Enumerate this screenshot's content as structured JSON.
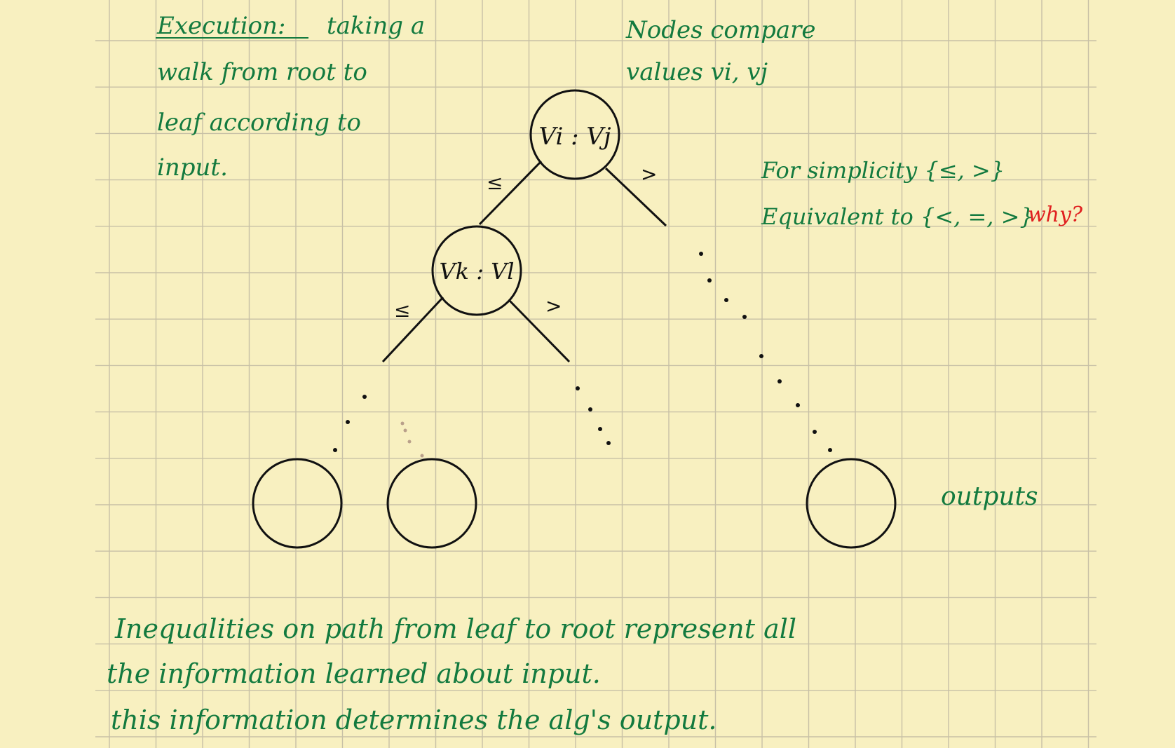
{
  "notes": {
    "execution_title": "Execution:",
    "execution_line1": "taking a",
    "execution_line2": "walk from root to",
    "execution_line3": "leaf according to",
    "execution_line4": "input.",
    "nodes_line1": "Nodes compare",
    "nodes_line2": "values vi, vj",
    "simplicity_line1": "For simplicity {≤, >}",
    "simplicity_line2": "Equivalent to {<, =, >}",
    "why": "why?",
    "outputs": "outputs",
    "bottom_line1": "Inequalities on path from leaf to root represent all",
    "bottom_line2": "the information learned about input.",
    "bottom_line3": "this information determines the alg's output."
  },
  "tree": {
    "root_label": "Vi : Vj",
    "child_label": "Vk : Vl",
    "le_symbol": "≤",
    "gt_symbol": ">"
  },
  "colors": {
    "paper": "#f8f0c0",
    "grid": "#c7c0a6",
    "ink_green": "#137a3f",
    "ink_red": "#e02020",
    "ink_black": "#111111"
  }
}
